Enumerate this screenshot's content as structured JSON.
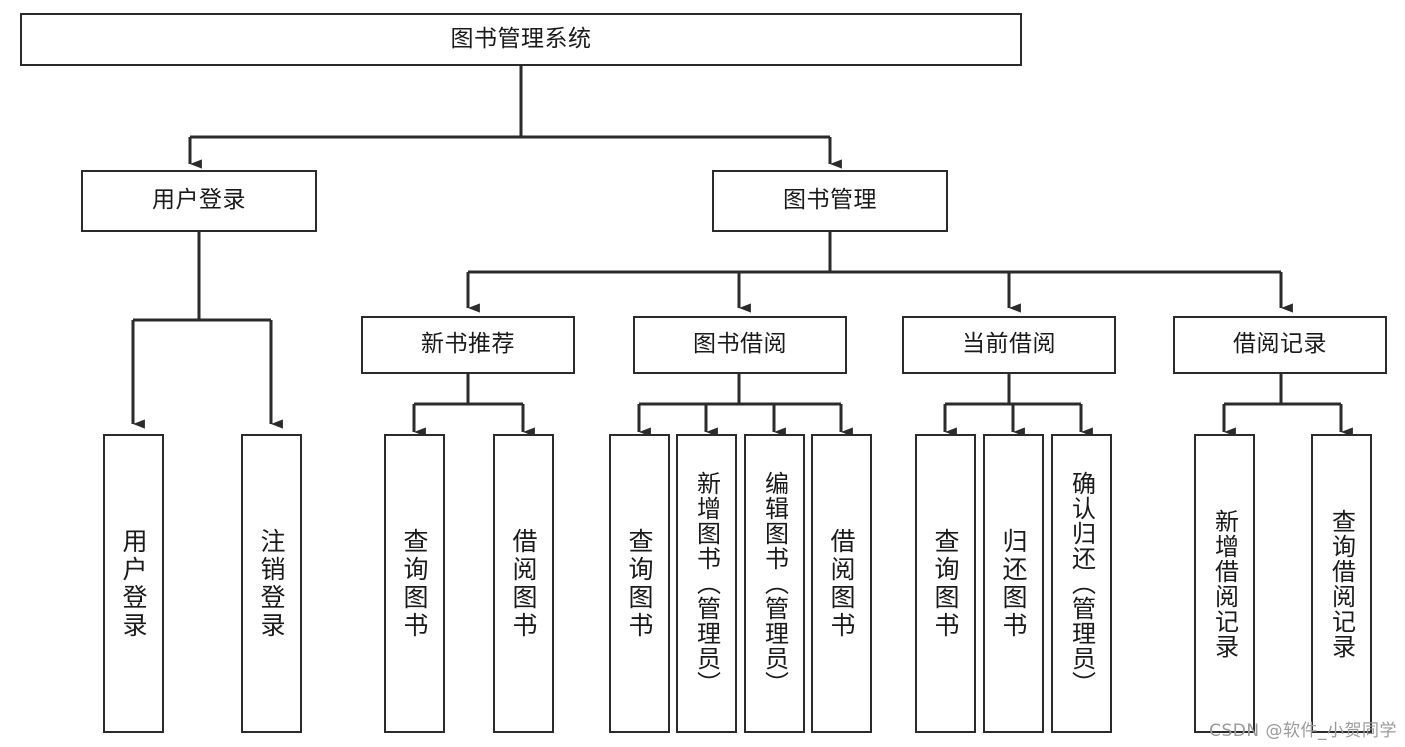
{
  "diagram": {
    "title": "图书管理系统",
    "type": "tree-hierarchy",
    "watermark": "CSDN @软件_小贺同学",
    "colors": {
      "box_border": "#2b2b2b",
      "box_fill": "#ffffff",
      "connector": "#2b2b2b",
      "text": "#1a1a1a",
      "watermark": "#9a9a9a",
      "background": "#ffffff"
    },
    "nodes": {
      "root": {
        "id": "root",
        "label": "图书管理系统",
        "level": 1
      },
      "level2": [
        {
          "id": "user-login",
          "label": "用户登录",
          "level": 2
        },
        {
          "id": "book-management",
          "label": "图书管理",
          "level": 2
        }
      ],
      "level3": [
        {
          "id": "new-book-recommend",
          "label": "新书推荐",
          "level": 3,
          "parent": "book-management"
        },
        {
          "id": "book-borrow",
          "label": "图书借阅",
          "level": 3,
          "parent": "book-management"
        },
        {
          "id": "current-borrow",
          "label": "当前借阅",
          "level": 3,
          "parent": "book-management"
        },
        {
          "id": "borrow-record",
          "label": "借阅记录",
          "level": 3,
          "parent": "book-management"
        }
      ],
      "leaves": [
        {
          "id": "leaf-user-login",
          "label": "用户登录",
          "parent": "user-login"
        },
        {
          "id": "leaf-logout-login",
          "label": "注销登录",
          "parent": "user-login"
        },
        {
          "id": "leaf-query-book-1",
          "label": "查询图书",
          "parent": "new-book-recommend"
        },
        {
          "id": "leaf-borrow-book-1",
          "label": "借阅图书",
          "parent": "new-book-recommend"
        },
        {
          "id": "leaf-query-book-2",
          "label": "查询图书",
          "parent": "book-borrow"
        },
        {
          "id": "leaf-add-book",
          "label": "新增图书（管理员）",
          "parent": "book-borrow"
        },
        {
          "id": "leaf-edit-book",
          "label": "编辑图书（管理员）",
          "parent": "book-borrow"
        },
        {
          "id": "leaf-borrow-book-2",
          "label": "借阅图书",
          "parent": "book-borrow"
        },
        {
          "id": "leaf-query-book-3",
          "label": "查询图书",
          "parent": "current-borrow"
        },
        {
          "id": "leaf-return-book",
          "label": "归还图书",
          "parent": "current-borrow"
        },
        {
          "id": "leaf-confirm-return",
          "label": "确认归还（管理员）",
          "parent": "current-borrow"
        },
        {
          "id": "leaf-add-record",
          "label": "新增借阅记录",
          "parent": "borrow-record"
        },
        {
          "id": "leaf-query-record",
          "label": "查询借阅记录",
          "parent": "borrow-record"
        }
      ]
    }
  }
}
